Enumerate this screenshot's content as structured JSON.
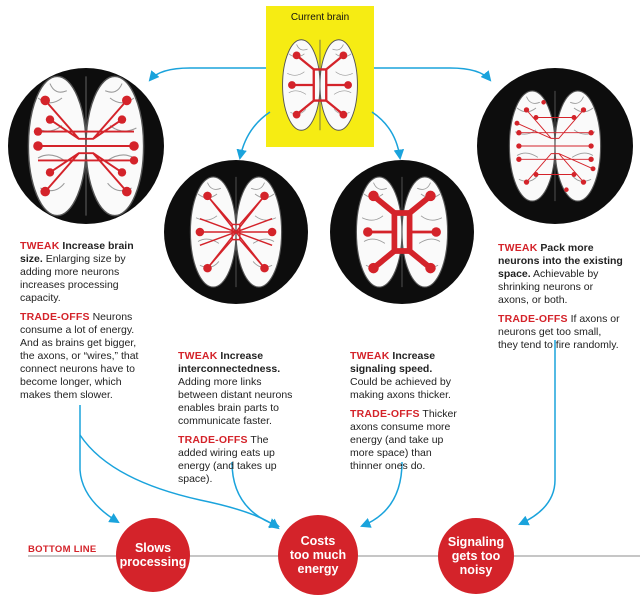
{
  "current_brain": {
    "label": "Current brain"
  },
  "panels": [
    {
      "id": "size",
      "tweak_keyword": "TWEAK",
      "tweak_title": "Increase brain size.",
      "tweak_body": "Enlarging size by adding more neurons increases processing capacity.",
      "tradeoff_keyword": "TRADE-OFFS",
      "tradeoff_body": "Neurons consume a lot of energy. And as brains get bigger, the axons, or “wires,” that connect neurons have to become longer, which makes them slower."
    },
    {
      "id": "interconnect",
      "tweak_keyword": "TWEAK",
      "tweak_title": "Increase interconnectedness.",
      "tweak_body": "Adding more links between distant neurons enables brain parts to communicate faster.",
      "tradeoff_keyword": "TRADE-OFFS",
      "tradeoff_body": "The added wiring eats up energy (and takes up space)."
    },
    {
      "id": "speed",
      "tweak_keyword": "TWEAK",
      "tweak_title": "Increase signaling speed.",
      "tweak_body": "Could be achieved by making axons thicker.",
      "tradeoff_keyword": "TRADE-OFFS",
      "tradeoff_body": "Thicker axons consume more energy (and take up more space) than thinner ones do."
    },
    {
      "id": "pack",
      "tweak_keyword": "TWEAK",
      "tweak_title": "Pack more neurons into the existing space.",
      "tweak_body": "Achievable by shrinking neurons or axons, or both.",
      "tradeoff_keyword": "TRADE-OFFS",
      "tradeoff_body": "If axons or neurons get too small, they tend to fire randomly."
    }
  ],
  "bottom_line": {
    "label": "BOTTOM LINE"
  },
  "outcomes": [
    {
      "id": "slows",
      "text": "Slows\nprocessing"
    },
    {
      "id": "costs",
      "text": "Costs\ntoo much\nenergy"
    },
    {
      "id": "noisy",
      "text": "Signaling\ngets too\nnoisy"
    }
  ],
  "colors": {
    "accent_red": "#d4232a",
    "arrow_blue": "#1aa3dc",
    "highlight_yellow": "#f6ec13",
    "circle_dark": "#0d0d0d"
  }
}
